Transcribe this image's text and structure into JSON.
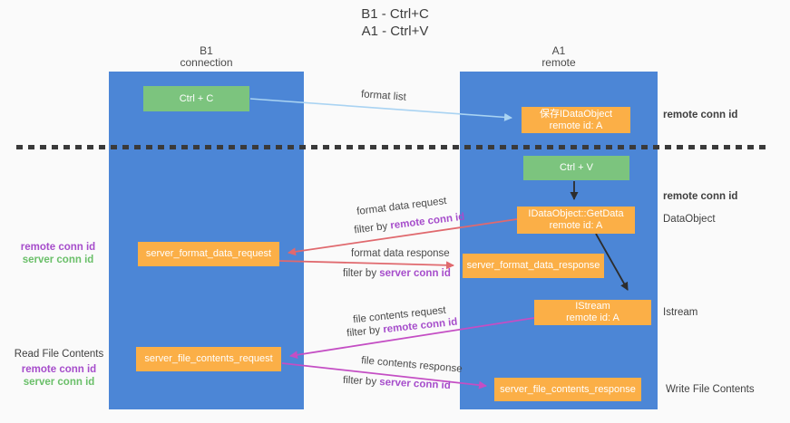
{
  "title": {
    "line1": "B1 - Ctrl+C",
    "line2": "A1 - Ctrl+V"
  },
  "columns": {
    "left": {
      "name": "B1",
      "subtitle": "connection"
    },
    "right": {
      "name": "A1",
      "subtitle": "remote"
    }
  },
  "boxes": {
    "ctrl_c": "Ctrl + C",
    "ctrl_v": "Ctrl + V",
    "save_idataobject": {
      "line1": "保存IDataObject",
      "line2": "remote id: A"
    },
    "getdata": {
      "line1": "IDataObject::GetData",
      "line2": "remote id: A"
    },
    "istream": {
      "line1": "IStream",
      "line2": "remote id: A"
    },
    "format_request": "server_format_data_request",
    "format_response": "server_format_data_response",
    "file_request": "server_file_contents_request",
    "file_response": "server_file_contents_response"
  },
  "arrow_labels": {
    "format_list": "format list",
    "format_data_request": "format data request",
    "format_data_response": "format data response",
    "file_contents_request": "file contents request",
    "file_contents_response": "file contents response",
    "filter_by": "filter by ",
    "remote_conn_id": "remote conn id",
    "server_conn_id": "server conn id"
  },
  "side_labels": {
    "remote_conn_id_top": "remote conn id",
    "remote_conn_id_mid": "remote conn id",
    "dataobject": "DataObject",
    "istream": "Istream",
    "write_file_contents": "Write File Contents",
    "read_file_contents": "Read File Contents",
    "left_remote_conn_id": "remote conn id",
    "left_server_conn_id": "server conn id",
    "left_remote_conn_id2": "remote conn id",
    "left_server_conn_id2": "server conn id"
  },
  "colors": {
    "column_blue": "#4c86d6",
    "box_green": "#7cc47e",
    "box_orange": "#fbaf47",
    "arrow_light_blue": "#a9d3f2",
    "arrow_salmon": "#e0696e",
    "arrow_magenta": "#c44ec4",
    "arrow_black": "#2d2d2d",
    "text_purple": "#a64dcb",
    "text_green": "#6abf69"
  }
}
